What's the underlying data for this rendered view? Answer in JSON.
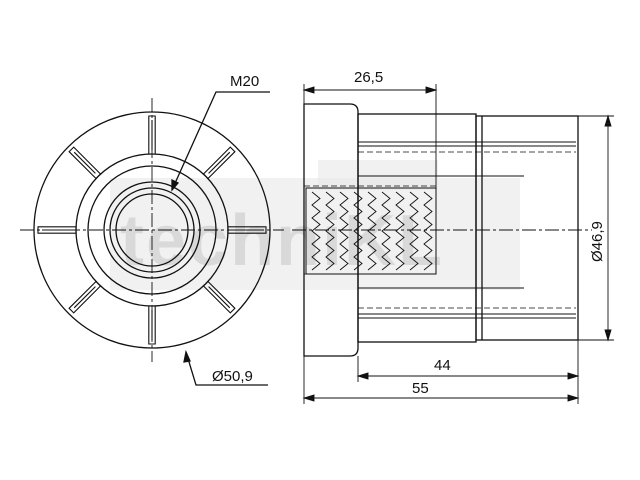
{
  "labels": {
    "thread": "M20",
    "outer_diameter": "Ø50,9",
    "inner_length": "26,5",
    "insert_diameter": "Ø46,9",
    "body_length": "44",
    "total_length": "55"
  },
  "watermark": "techniKL",
  "colors": {
    "line": "#111111",
    "watermark": "#d9d9d9",
    "background": "#ffffff"
  }
}
